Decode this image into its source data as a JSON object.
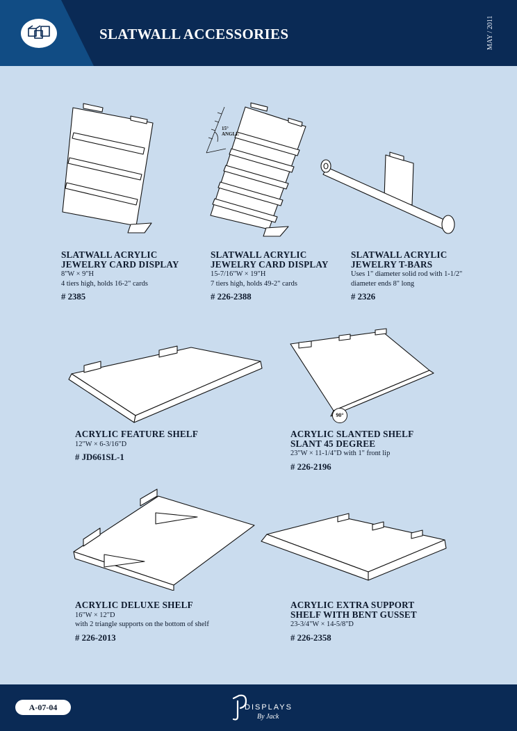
{
  "header": {
    "title": "SLATWALL ACCESSORIES",
    "date": "MAY / 2011",
    "logo_icon": "slatwall-hook-icon"
  },
  "products": [
    {
      "name_lines": [
        "SLATWALL ACRYLIC",
        "JEWELRY CARD DISPLAY"
      ],
      "details": [
        "8\"W × 9\"H",
        "4 tiers high, holds 16-2\" cards"
      ],
      "sku": "# 2385"
    },
    {
      "name_lines": [
        "SLATWALL ACRYLIC",
        "JEWELRY CARD DISPLAY"
      ],
      "details": [
        "15-7/16\"W × 19\"H",
        "7 tiers high, holds 49-2\" cards"
      ],
      "sku": "# 226-2388",
      "annotation": [
        "15°",
        "ANGLE"
      ]
    },
    {
      "name_lines": [
        "SLATWALL ACRYLIC",
        "JEWELRY T-BARS"
      ],
      "details": [
        "Uses 1\" diameter solid rod with 1-1/2\"",
        "diameter ends 8\" long"
      ],
      "sku": "# 2326"
    },
    {
      "name_lines": [
        "ACRYLIC FEATURE SHELF"
      ],
      "details": [
        "12\"W × 6-3/16\"D"
      ],
      "sku": "# JD661SL-1"
    },
    {
      "name_lines": [
        "ACRYLIC SLANTED SHELF",
        "SLANT 45 DEGREE"
      ],
      "details": [
        "23\"W × 11-1/4\"D with 1\" front lip"
      ],
      "sku": "# 226-2196",
      "annotation": [
        "90°"
      ]
    },
    {
      "name_lines": [
        "ACRYLIC DELUXE SHELF"
      ],
      "details": [
        "16\"W × 12\"D",
        "with 2 triangle supports on the bottom of shelf"
      ],
      "sku": "# 226-2013"
    },
    {
      "name_lines": [
        "ACRYLIC EXTRA SUPPORT",
        "SHELF WITH BENT GUSSET"
      ],
      "details": [
        "23-3/4\"W × 14-5/8\"D"
      ],
      "sku": "# 226-2358"
    }
  ],
  "footer": {
    "page_code": "A-07-04",
    "brand": "DISPLAYS",
    "brand_tagline": "By Jack",
    "brand_icon": "jp-displays-logo-icon"
  },
  "colors": {
    "navy": "#0a2a55",
    "accent_blue": "#114c84",
    "background": "#cadcee"
  }
}
